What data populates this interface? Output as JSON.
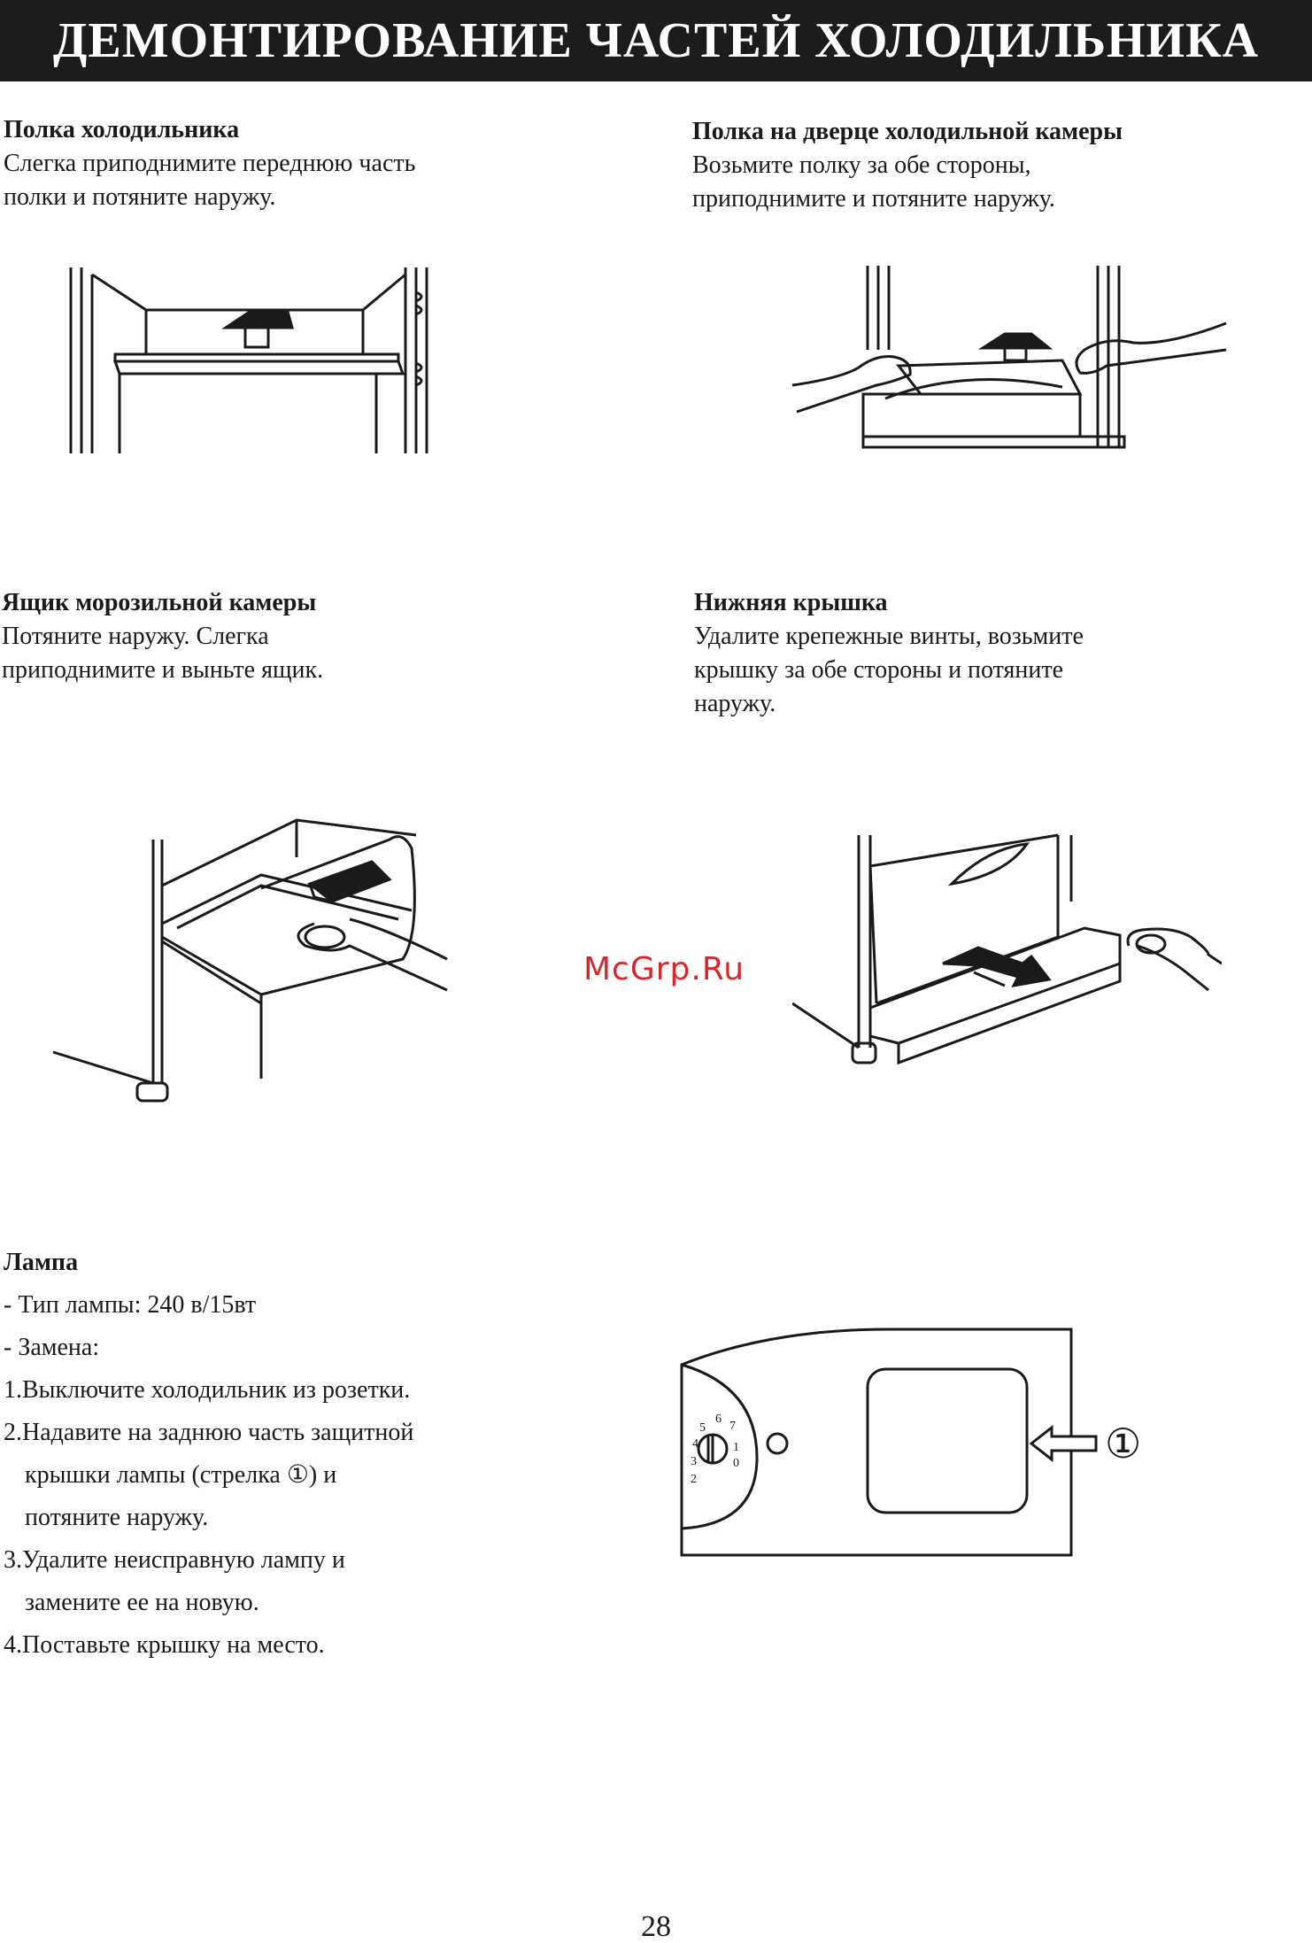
{
  "header": {
    "title": "ДЕМОНТИРОВАНИЕ ЧАСТЕЙ ХОЛОДИЛЬНИКА"
  },
  "sections": {
    "shelf": {
      "title": "Полка холодильника",
      "body": "Слегка приподнимите переднюю часть\nполки и потяните наружу."
    },
    "door_shelf": {
      "title": "Полка на дверце холодильной камеры",
      "body": "Возьмите полку за обе стороны,\nприподнимите и потяните наружу."
    },
    "freezer_drawer": {
      "title": "Ящик морозильной камеры",
      "body": "Потяните наружу. Слегка\nприподнимите и выньте ящик."
    },
    "bottom_cover": {
      "title": "Нижняя крышка",
      "body": "Удалите крепежные винты, возьмите\nкрышку за обе стороны и потяните\nнаружу."
    },
    "lamp": {
      "title": "Лампа",
      "type_line": "- Тип лампы: 240 в/15вт",
      "replace_line": "- Замена:",
      "step1": "1.Выключите холодильник из розетки.",
      "step2a": "2.Надавите на заднюю часть защитной",
      "step2b": "крышки лампы (стрелка ①) и",
      "step2c": "потяните наружу.",
      "step3a": "3.Удалите неисправную лампу и",
      "step3b": "замените ее на новую.",
      "step4": "4.Поставьте крышку на место."
    }
  },
  "lamp_diagram": {
    "callout": "①",
    "dial_numbers": [
      "1",
      "2",
      "3",
      "4",
      "5",
      "6",
      "7",
      "0"
    ]
  },
  "watermark": "McGrp.Ru",
  "page_number": "28"
}
